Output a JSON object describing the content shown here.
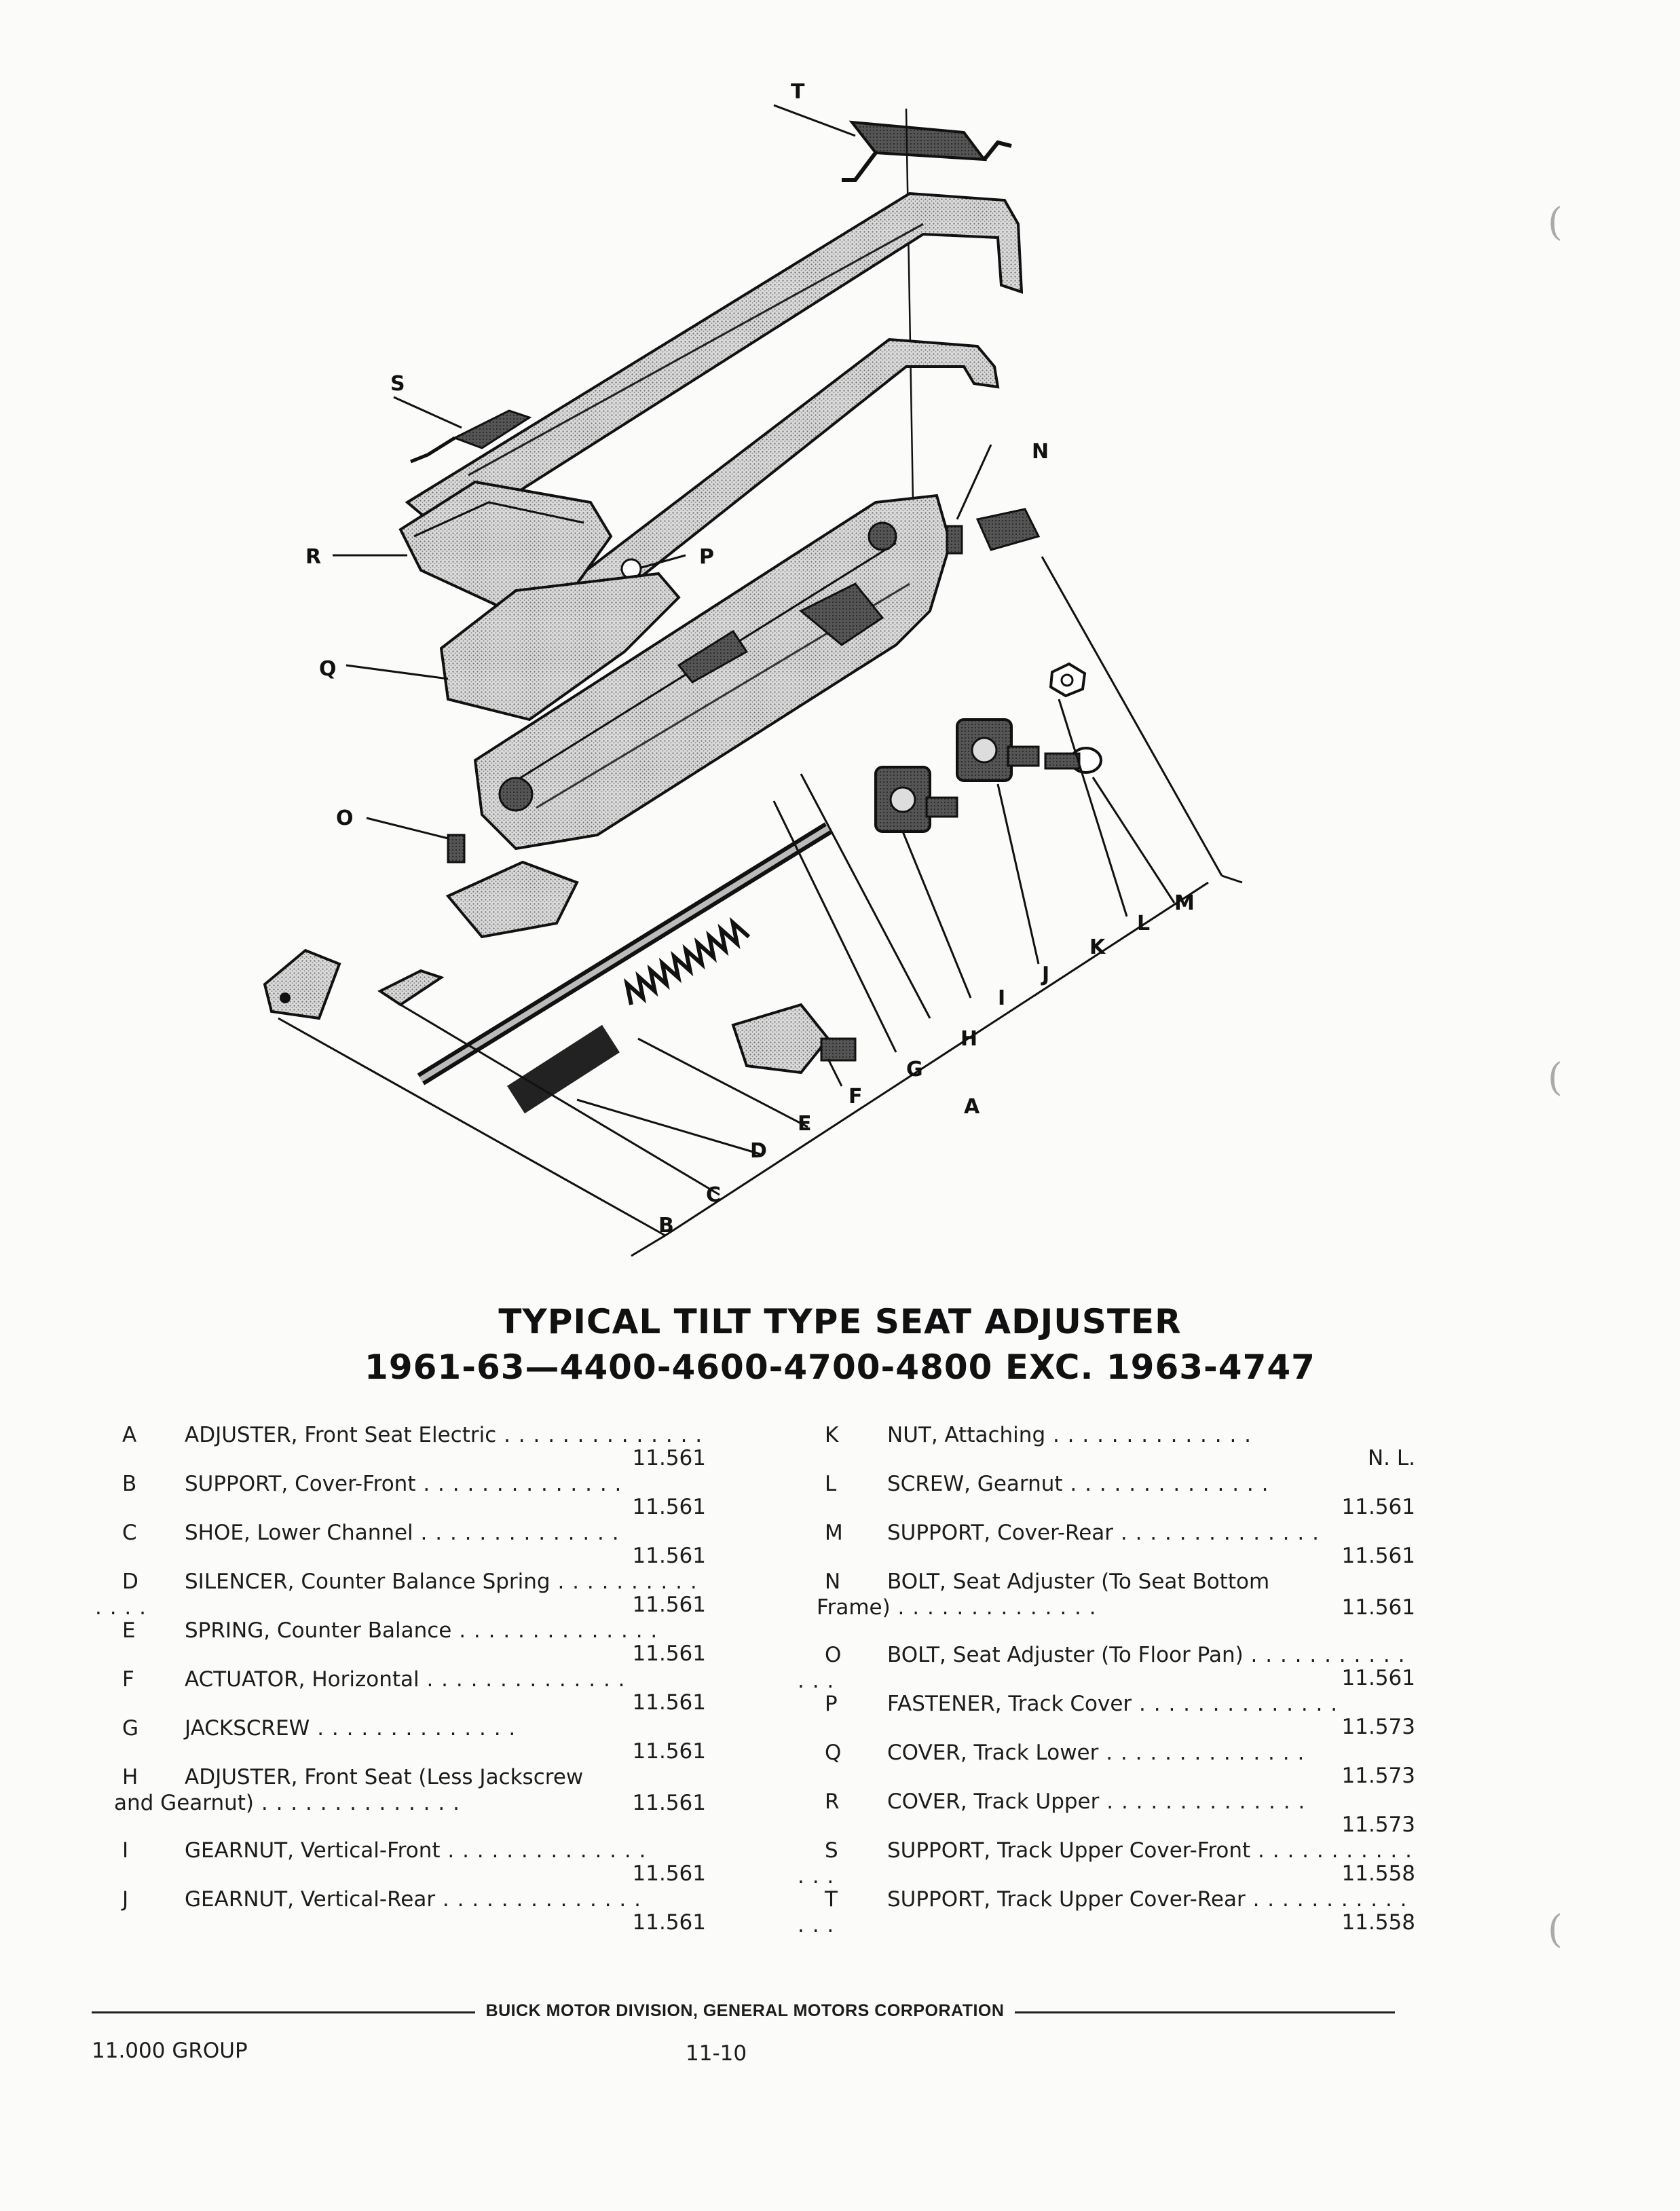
{
  "title": {
    "line1": "TYPICAL TILT TYPE SEAT ADJUSTER",
    "line2": "1961-63—4400-4600-4700-4800 EXC. 1963-4747"
  },
  "callouts": [
    "A",
    "B",
    "C",
    "D",
    "E",
    "F",
    "G",
    "H",
    "I",
    "J",
    "K",
    "L",
    "M",
    "N",
    "O",
    "P",
    "Q",
    "R",
    "S",
    "T"
  ],
  "legend_left": [
    {
      "letter": "A",
      "desc": "ADJUSTER, Front Seat Electric",
      "ref": "11.561"
    },
    {
      "letter": "B",
      "desc": "SUPPORT, Cover-Front",
      "ref": "11.561"
    },
    {
      "letter": "C",
      "desc": "SHOE, Lower Channel",
      "ref": "11.561"
    },
    {
      "letter": "D",
      "desc": "SILENCER, Counter Balance Spring",
      "ref": "11.561"
    },
    {
      "letter": "E",
      "desc": "SPRING, Counter Balance",
      "ref": "11.561"
    },
    {
      "letter": "F",
      "desc": "ACTUATOR, Horizontal",
      "ref": "11.561"
    },
    {
      "letter": "G",
      "desc": "JACKSCREW",
      "ref": "11.561"
    },
    {
      "letter": "H",
      "desc": "ADJUSTER, Front Seat (Less Jackscrew",
      "desc2": "and Gearnut)",
      "ref": "11.561"
    },
    {
      "letter": "I",
      "desc": "GEARNUT, Vertical-Front",
      "ref": "11.561"
    },
    {
      "letter": "J",
      "desc": "GEARNUT, Vertical-Rear",
      "ref": "11.561"
    }
  ],
  "legend_right": [
    {
      "letter": "K",
      "desc": "NUT, Attaching",
      "ref": "N. L."
    },
    {
      "letter": "L",
      "desc": "SCREW, Gearnut",
      "ref": "11.561"
    },
    {
      "letter": "M",
      "desc": "SUPPORT, Cover-Rear",
      "ref": "11.561"
    },
    {
      "letter": "N",
      "desc": "BOLT, Seat Adjuster (To Seat Bottom",
      "desc2": "Frame)",
      "ref": "11.561"
    },
    {
      "letter": "O",
      "desc": "BOLT, Seat Adjuster (To Floor Pan)",
      "ref": "11.561"
    },
    {
      "letter": "P",
      "desc": "FASTENER, Track Cover",
      "ref": "11.573"
    },
    {
      "letter": "Q",
      "desc": "COVER, Track Lower",
      "ref": "11.573"
    },
    {
      "letter": "R",
      "desc": "COVER, Track Upper",
      "ref": "11.573"
    },
    {
      "letter": "S",
      "desc": "SUPPORT, Track Upper Cover-Front",
      "ref": "11.558"
    },
    {
      "letter": "T",
      "desc": "SUPPORT, Track Upper Cover-Rear",
      "ref": "11.558"
    }
  ],
  "footer": {
    "credit": "BUICK MOTOR DIVISION, GENERAL MOTORS CORPORATION",
    "group": "11.000 GROUP",
    "page": "11-10"
  },
  "colors": {
    "ink": "#111111",
    "paper": "#fbfbfa",
    "stipple": "#6f6f6f"
  }
}
